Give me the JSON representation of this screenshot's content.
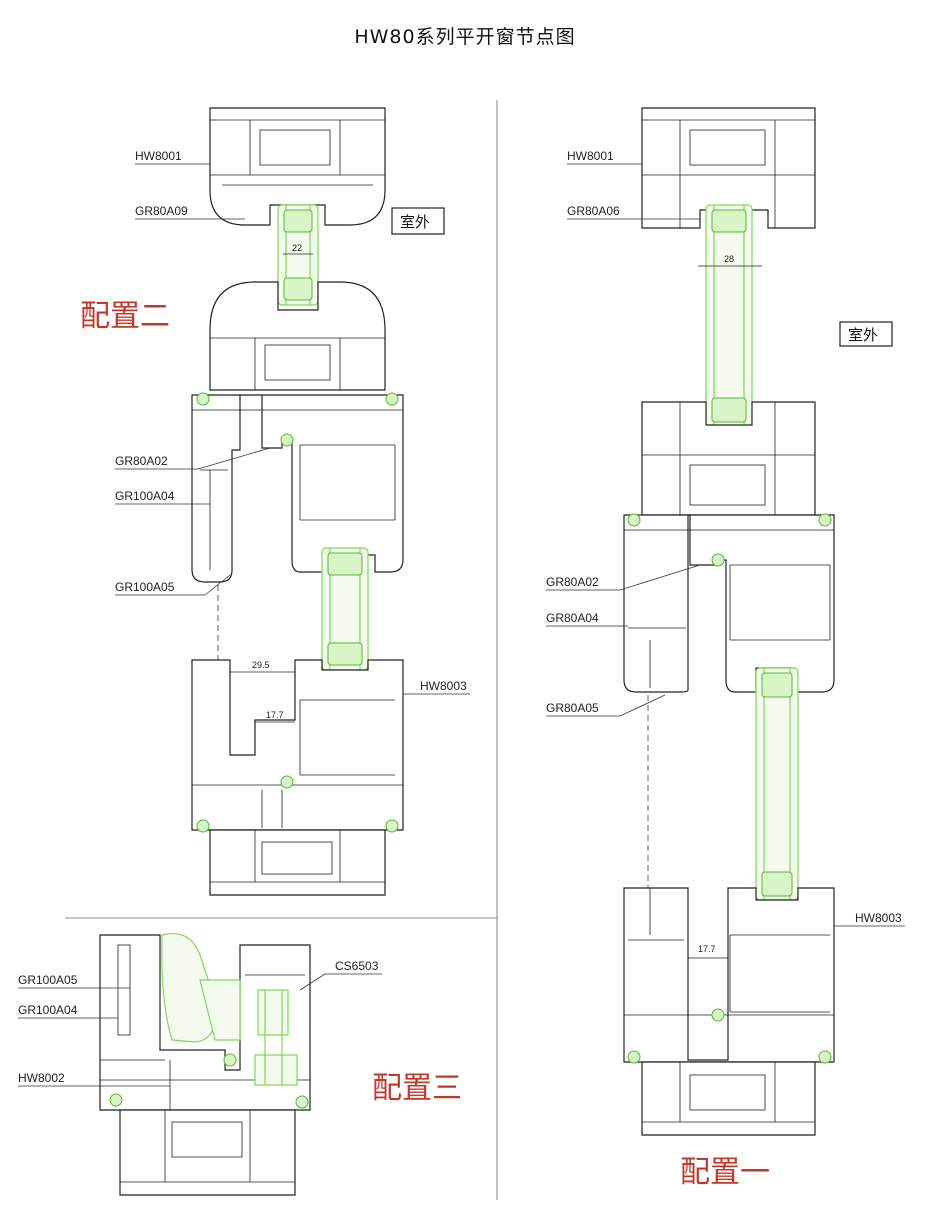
{
  "title": "HW80系列平开窗节点图",
  "configs": {
    "one": "配置一",
    "two": "配置二",
    "three": "配置三"
  },
  "outside_label": "室外",
  "config_two": {
    "labels": {
      "hw8001": "HW8001",
      "gr80a09": "GR80A09",
      "gr80a02": "GR80A02",
      "gr100a04": "GR100A04",
      "gr100a05": "GR100A05",
      "hw8003": "HW8003"
    },
    "dims": {
      "glass": "22",
      "sash_top": "29.5",
      "sash_bottom": "17.7"
    }
  },
  "config_one": {
    "labels": {
      "hw8001": "HW8001",
      "gr80a06": "GR80A06",
      "gr80a02": "GR80A02",
      "gr80a04": "GR80A04",
      "gr80a05": "GR80A05",
      "hw8003": "HW8003"
    },
    "dims": {
      "glass": "28",
      "sash": "17.7"
    }
  },
  "config_three": {
    "labels": {
      "gr100a05": "GR100A05",
      "gr100a04": "GR100A04",
      "hw8002": "HW8002",
      "cs6503": "CS6503"
    }
  },
  "colors": {
    "line": "#222222",
    "glass": "#7ed957",
    "config_text": "#c0392b"
  }
}
